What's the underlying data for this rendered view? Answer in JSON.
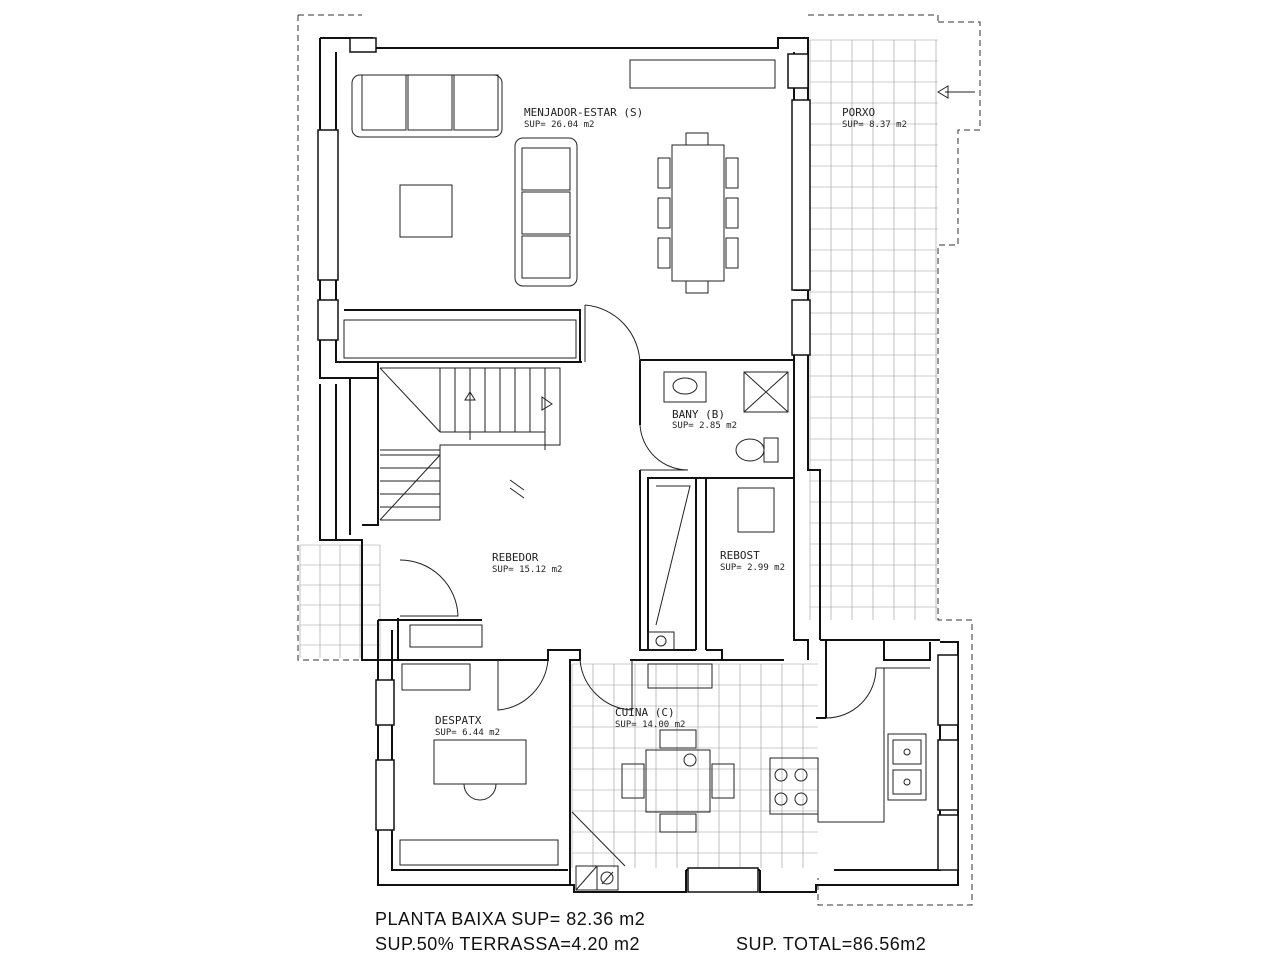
{
  "rooms": {
    "menjador": {
      "name": "MENJADOR-ESTAR (S)",
      "sup": "SUP= 26.04  m2"
    },
    "porxo": {
      "name": "PORXO",
      "sup": "SUP= 8.37 m2"
    },
    "bany": {
      "name": "BANY (B)",
      "sup": "SUP= 2.85 m2"
    },
    "rebedor": {
      "name": "REBEDOR",
      "sup": "SUP= 15.12   m2"
    },
    "rebost": {
      "name": "REBOST",
      "sup": "SUP= 2.99 m2"
    },
    "despatx": {
      "name": "DESPATX",
      "sup": "SUP= 6.44   m2"
    },
    "cuina": {
      "name": "CUINA (C)",
      "sup": "SUP= 14.00   m2"
    }
  },
  "summary": {
    "line1": "PLANTA BAIXA SUP= 82.36   m2",
    "line2": "SUP.50% TERRASSA=4.20 m2",
    "total": "SUP. TOTAL=86.56m2"
  }
}
